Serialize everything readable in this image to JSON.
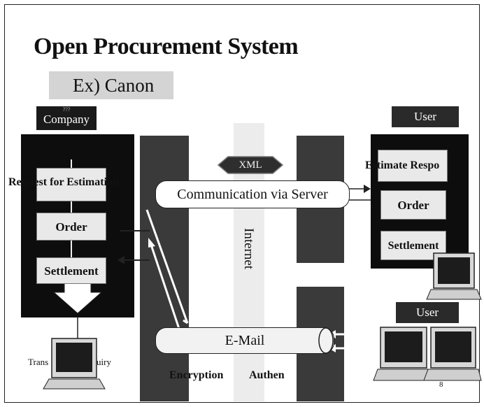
{
  "title": "Open Procurement System",
  "subtitle": "Ex) Canon",
  "company": {
    "small_label": "???",
    "label": "Company"
  },
  "user_top_label": "User",
  "user_bottom_label": "User",
  "left_steps": [
    "Request for Estimation",
    "Order",
    "Settlement"
  ],
  "right_steps": [
    "Estimate Respo",
    "Order",
    "Settlement"
  ],
  "xml_label": "XML",
  "communication_label": "Communication via Server",
  "internet_label": "Internet",
  "email_label": "E-Mail",
  "encryption_label": "Encryption",
  "authentication_label": "Authen",
  "terminal_label": "Trans",
  "terminal_label_tail": "uiry",
  "page_mark": "8"
}
